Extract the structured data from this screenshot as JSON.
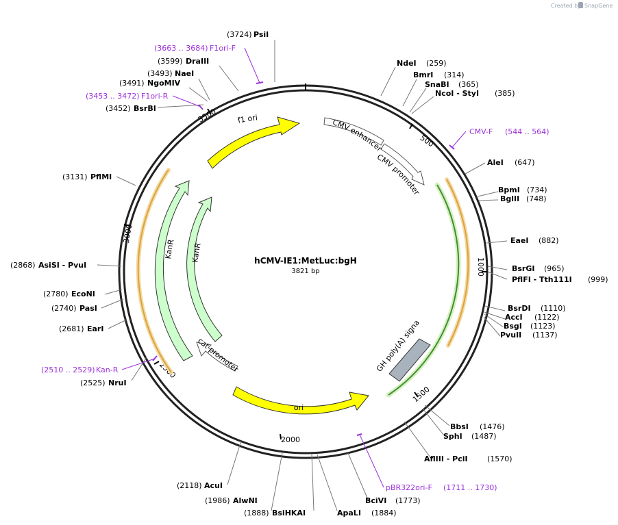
{
  "credit": {
    "prefix": "Created by",
    "brand": "SnapGene"
  },
  "plasmid": {
    "name": "hCMV-IE1:MetLuc:bgH",
    "length_label": "3821 bp",
    "total": 3821
  },
  "ticks": [
    {
      "pos": 500,
      "label": "500"
    },
    {
      "pos": 1000,
      "label": "1000"
    },
    {
      "pos": 1500,
      "label": "1500"
    },
    {
      "pos": 2000,
      "label": "2000"
    },
    {
      "pos": 2500,
      "label": "2500"
    },
    {
      "pos": 3000,
      "label": "3000"
    },
    {
      "pos": 3500,
      "label": "3500"
    }
  ],
  "sites": [
    {
      "name": "PsiI",
      "pos_label": "(3724)",
      "pos": 3724
    },
    {
      "name": "DraIII",
      "pos_label": "(3599)",
      "pos": 3599
    },
    {
      "name": "NaeI",
      "pos_label": "(3493)",
      "pos": 3493
    },
    {
      "name": "NgoMIV",
      "pos_label": "(3491)",
      "pos": 3491
    },
    {
      "name": "BsrBI",
      "pos_label": "(3452)",
      "pos": 3452
    },
    {
      "name": "NdeI",
      "pos_label": "(259)",
      "pos": 259
    },
    {
      "name": "BmrI",
      "pos_label": "(314)",
      "pos": 314
    },
    {
      "name": "SnaBI",
      "pos_label": "(365)",
      "pos": 365
    },
    {
      "name": "NcoI  - StyI",
      "pos_label": "(385)",
      "pos": 385
    },
    {
      "name": "AleI",
      "pos_label": "(647)",
      "pos": 647
    },
    {
      "name": "BpmI",
      "pos_label": "(734)",
      "pos": 734
    },
    {
      "name": "BglII",
      "pos_label": "(748)",
      "pos": 748
    },
    {
      "name": "EaeI",
      "pos_label": "(882)",
      "pos": 882
    },
    {
      "name": "BsrGI",
      "pos_label": "(965)",
      "pos": 965
    },
    {
      "name": "PflFI  - Tth111I",
      "pos_label": "(999)",
      "pos": 999
    },
    {
      "name": "BsrDI",
      "pos_label": "(1110)",
      "pos": 1110
    },
    {
      "name": "AccI",
      "pos_label": "(1122)",
      "pos": 1122
    },
    {
      "name": "BsgI",
      "pos_label": "(1123)",
      "pos": 1123
    },
    {
      "name": "PvuII",
      "pos_label": "(1137)",
      "pos": 1137
    },
    {
      "name": "BbsI",
      "pos_label": "(1476)",
      "pos": 1476
    },
    {
      "name": "SphI",
      "pos_label": "(1487)",
      "pos": 1487
    },
    {
      "name": "AflIII  - PciI",
      "pos_label": "(1570)",
      "pos": 1570
    },
    {
      "name": "BciVI",
      "pos_label": "(1773)",
      "pos": 1773
    },
    {
      "name": "ApaLI",
      "pos_label": "(1884)",
      "pos": 1884
    },
    {
      "name": "BsiHKAI",
      "pos_label": "(1888)",
      "pos": 1888
    },
    {
      "name": "AlwNI",
      "pos_label": "(1986)",
      "pos": 1986
    },
    {
      "name": "AcuI",
      "pos_label": "(2118)",
      "pos": 2118
    },
    {
      "name": "NruI",
      "pos_label": "(2525)",
      "pos": 2525
    },
    {
      "name": "EarI",
      "pos_label": "(2681)",
      "pos": 2681
    },
    {
      "name": "PasI",
      "pos_label": "(2740)",
      "pos": 2740
    },
    {
      "name": "EcoNI",
      "pos_label": "(2780)",
      "pos": 2780
    },
    {
      "name": "AsiSI  - PvuI",
      "pos_label": "(2868)",
      "pos": 2868
    },
    {
      "name": "PflMI",
      "pos_label": "(3131)",
      "pos": 3131
    }
  ],
  "primers": [
    {
      "name": "F1ori-F",
      "range_label": "(3663 .. 3684)"
    },
    {
      "name": "F1ori-R",
      "range_label": "(3453 .. 3472)"
    },
    {
      "name": "CMV-F",
      "range_label": "(544 .. 564)"
    },
    {
      "name": "pBR322ori-F",
      "range_label": "(1711 .. 1730)"
    },
    {
      "name": "Kan-R",
      "range_label": "(2510 .. 2529)"
    }
  ],
  "features": [
    {
      "name": "f1 ori",
      "color": "#ffff00"
    },
    {
      "name": "CMV enhancer",
      "color": "#ffffff"
    },
    {
      "name": "CMV promoter",
      "color": "#ffffff"
    },
    {
      "name": "bGH poly(A) signal",
      "color": "#a9b3bd"
    },
    {
      "name": "ori",
      "color": "#ffff00"
    },
    {
      "name": "cat promoter",
      "color": "#ffffff"
    },
    {
      "name": "KanR",
      "color": "#ccffcc"
    },
    {
      "name": "KanR",
      "color": "#ccffcc"
    }
  ],
  "colors": {
    "backbone": "#222222",
    "primer": "#9b30d9",
    "orf_orange": "#d9a441",
    "orf_green": "#3f8f2f"
  }
}
